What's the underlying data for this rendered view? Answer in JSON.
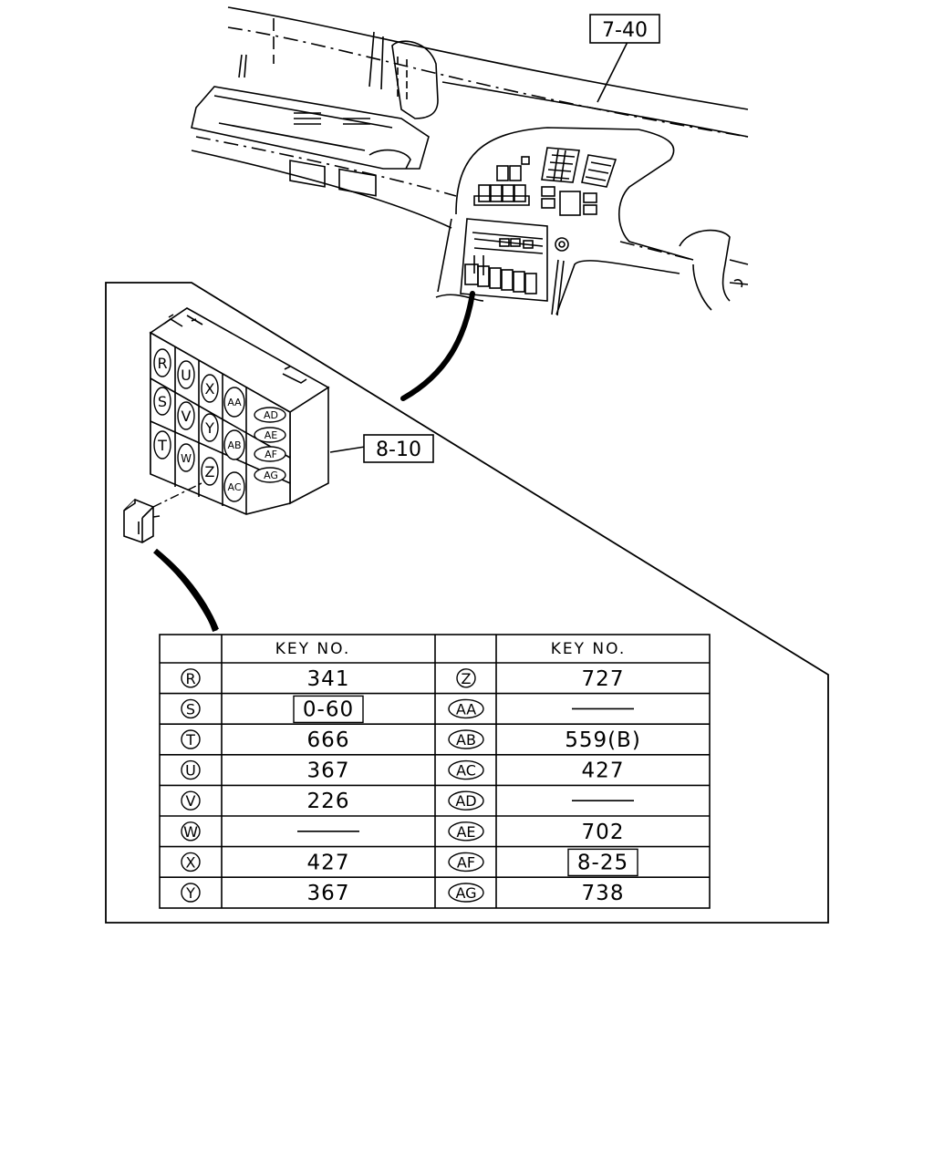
{
  "callouts": {
    "dashboard_ref": "7-40",
    "fuse_box_ref": "8-10"
  },
  "fuse_box": {
    "col1": [
      "R",
      "S",
      "T"
    ],
    "col2": [
      "U",
      "V",
      "W"
    ],
    "col3": [
      "X",
      "Y",
      "Z"
    ],
    "col4": [
      "AA",
      "AB",
      "AC"
    ],
    "small": [
      "AD",
      "AE",
      "AF",
      "AG"
    ]
  },
  "table": {
    "header_key": "KEY  NO.",
    "left_rows": [
      {
        "label": "R",
        "value": "341",
        "boxed": false,
        "dash": false
      },
      {
        "label": "S",
        "value": "0-60",
        "boxed": true,
        "dash": false
      },
      {
        "label": "T",
        "value": "666",
        "boxed": false,
        "dash": false
      },
      {
        "label": "U",
        "value": "367",
        "boxed": false,
        "dash": false
      },
      {
        "label": "V",
        "value": "226",
        "boxed": false,
        "dash": false
      },
      {
        "label": "W",
        "value": "",
        "boxed": false,
        "dash": true
      },
      {
        "label": "X",
        "value": "427",
        "boxed": false,
        "dash": false
      },
      {
        "label": "Y",
        "value": "367",
        "boxed": false,
        "dash": false
      }
    ],
    "right_rows": [
      {
        "label": "Z",
        "value": "727",
        "boxed": false,
        "dash": false
      },
      {
        "label": "AA",
        "value": "",
        "boxed": false,
        "dash": true
      },
      {
        "label": "AB",
        "value": "559(B)",
        "boxed": false,
        "dash": false
      },
      {
        "label": "AC",
        "value": "427",
        "boxed": false,
        "dash": false
      },
      {
        "label": "AD",
        "value": "",
        "boxed": false,
        "dash": true
      },
      {
        "label": "AE",
        "value": "702",
        "boxed": false,
        "dash": false
      },
      {
        "label": "AF",
        "value": "8-25",
        "boxed": true,
        "dash": false
      },
      {
        "label": "AG",
        "value": "738",
        "boxed": false,
        "dash": false
      }
    ]
  }
}
